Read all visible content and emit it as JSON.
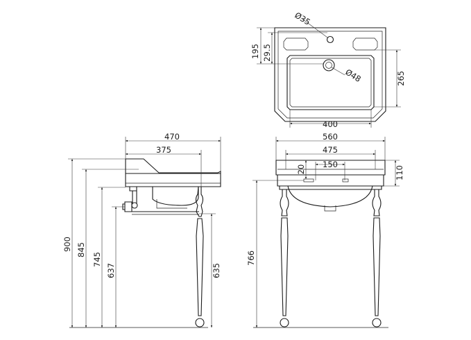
{
  "drawing": {
    "dimensions": {
      "top_hole_dia": "Ø35",
      "top_depth_195": "195",
      "top_offset_29_5": "29.5",
      "top_waste_dia": "Ø48",
      "top_depth_265": "265",
      "top_width_400": "400",
      "side_depth_470": "470",
      "side_depth_375": "375",
      "side_height_900": "900",
      "side_height_845": "845",
      "side_height_745": "745",
      "side_height_637": "637",
      "side_height_635": "635",
      "front_width_560": "560",
      "front_width_475": "475",
      "front_dim_20": "20",
      "front_dim_150": "150",
      "front_height_110": "110",
      "front_height_766": "766"
    }
  }
}
